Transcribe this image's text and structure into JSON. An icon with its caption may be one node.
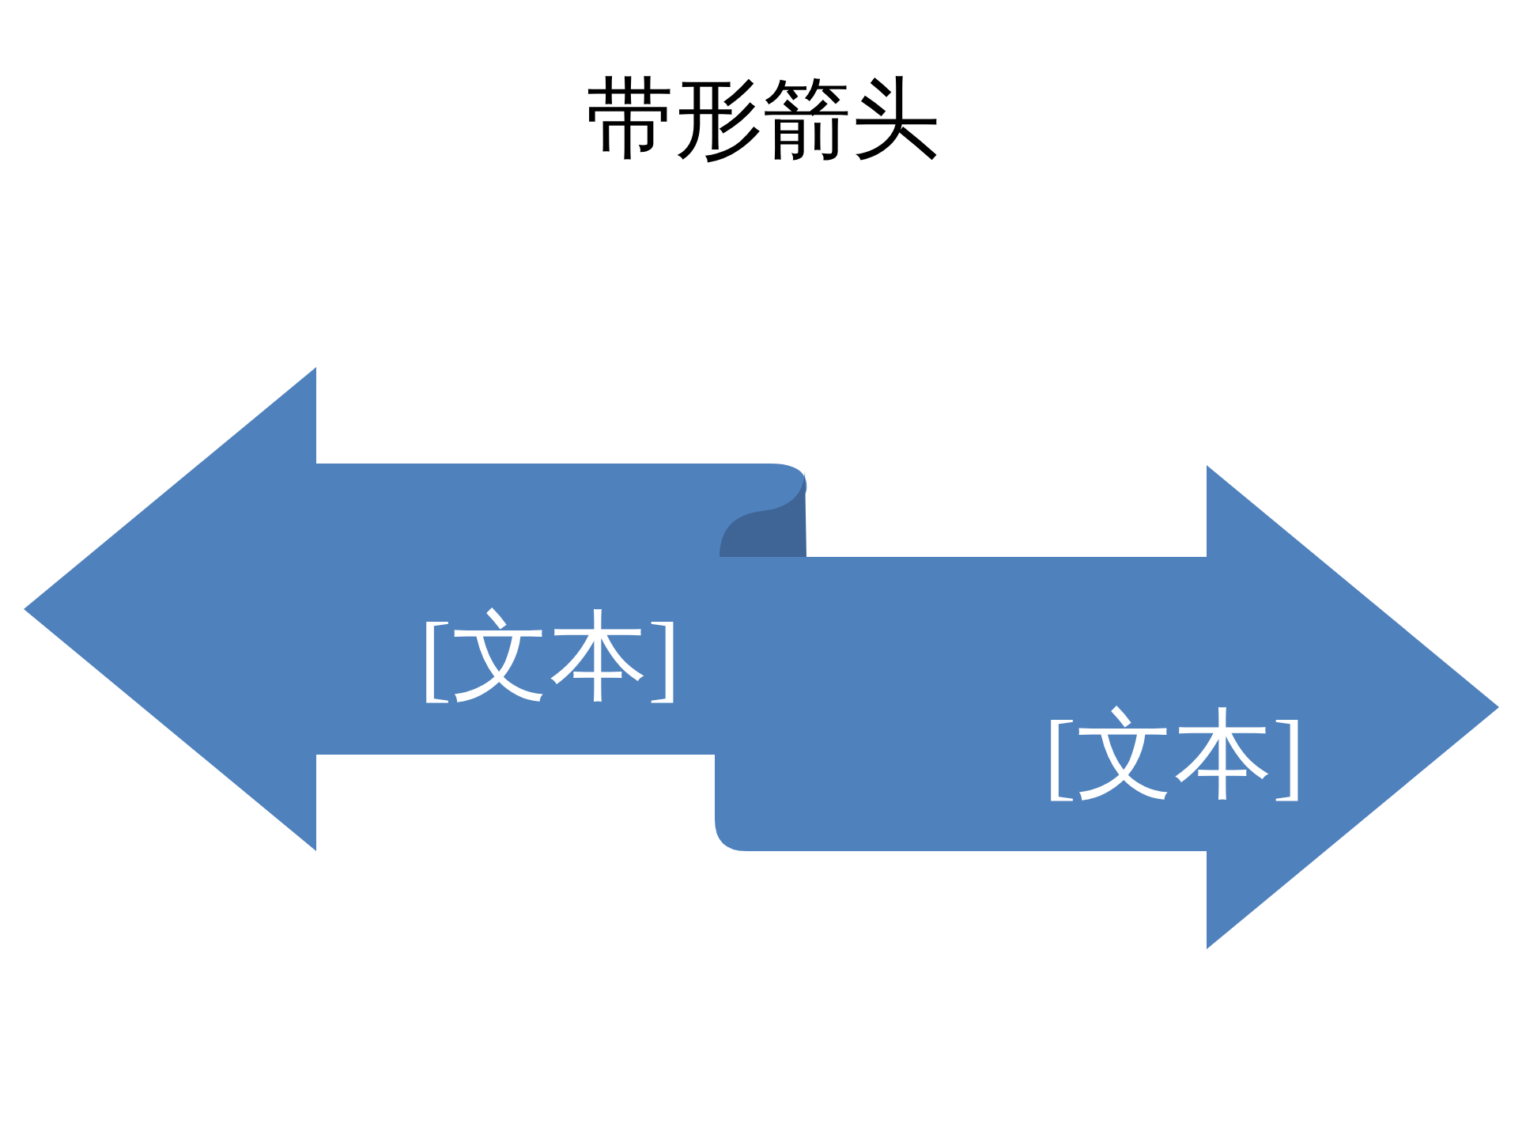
{
  "diagram": {
    "title": "带形箭头",
    "nodes": [
      {
        "text": [
          "[文本]"
        ]
      },
      {
        "text": [
          "[文本]"
        ]
      }
    ]
  }
}
